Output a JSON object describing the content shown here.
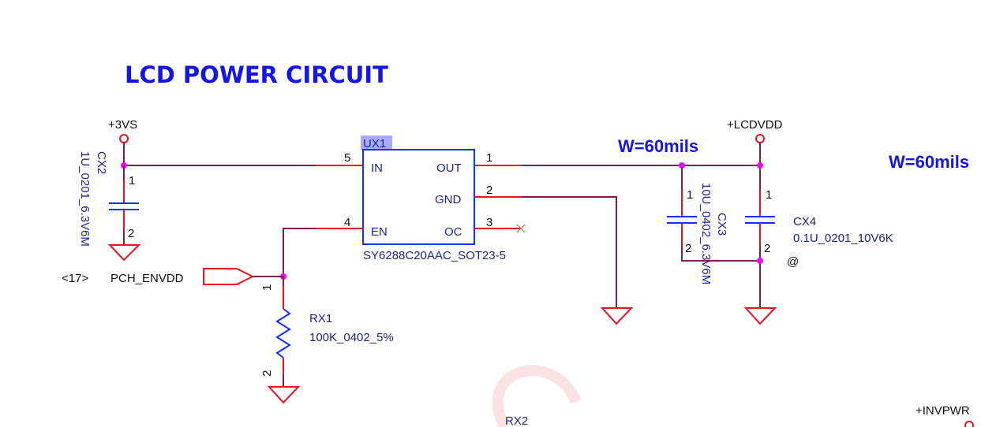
{
  "title": "LCD POWER CIRCUIT",
  "colors": {
    "wire": "#7a1f50",
    "pin": "#e8141e",
    "component": "#1030ff",
    "junction": "#ff00ff",
    "title": "#1515e6",
    "value_text": "#1c2590"
  },
  "power_nets": {
    "vin": "+3VS",
    "vout": "+LCDVDD",
    "inv": "+INVPWR"
  },
  "width_notes": [
    "W=60mils",
    "W=60mils"
  ],
  "ic": {
    "refdes": "UX1",
    "part": "SY6288C20AAC_SOT23-5",
    "pins": {
      "in_name": "IN",
      "in_num": "5",
      "en_name": "EN",
      "en_num": "4",
      "out_name": "OUT",
      "out_num": "1",
      "gnd_name": "GND",
      "gnd_num": "2",
      "oc_name": "OC",
      "oc_num": "3"
    }
  },
  "cx2": {
    "refdes": "CX2",
    "value": "1U_0201_6.3V6M",
    "pin1": "1",
    "pin2": "2"
  },
  "cx3": {
    "refdes": "CX3",
    "value": "10U_0402_6.3V6M",
    "pin1": "1",
    "pin2": "2"
  },
  "cx4": {
    "refdes": "CX4",
    "value": "0.1U_0201_10V6K",
    "pin1": "1",
    "pin2": "2",
    "note": "@"
  },
  "rx1": {
    "refdes": "RX1",
    "value": "100K_0402_5%",
    "pin1": "1",
    "pin2": "2"
  },
  "rx2": {
    "refdes": "RX2"
  },
  "port": {
    "page_ref": "<17>",
    "net": "PCH_ENVDD"
  }
}
